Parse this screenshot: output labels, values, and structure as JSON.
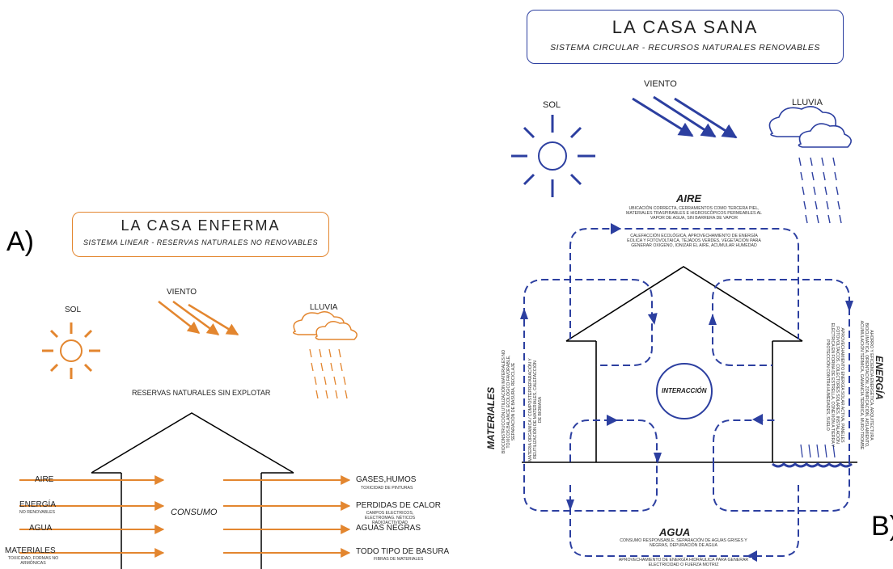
{
  "panel_a": {
    "label": "A)",
    "title": "LA CASA ENFERMA",
    "subtitle": "SISTEMA LINEAR - RESERVAS NATURALES NO RENOVABLES",
    "sol": "SOL",
    "viento": "VIENTO",
    "lluvia": "LLUVIA",
    "reservas": "RESERVAS NATURALES SIN EXPLOTAR",
    "consumo": "CONSUMO",
    "inputs": {
      "aire": "AIRE",
      "energia": "ENERGÍA",
      "energia_note": "NO RENOVABLES",
      "agua": "AGUA",
      "materiales": "MATERIALES",
      "materiales_note": "TOXICIDAD, FORMAS NO ARMÓNICAS"
    },
    "outputs": {
      "gases": "GASES,HUMOS",
      "gases_note": "TOXICIDAD DE PINTURAS",
      "perdidas": "PERDIDAS DE CALOR",
      "perdidas_note": "CAMPOS ELECTRICOS, ELECTROMAG. NÉTICOS RADIOACTIVIDAD",
      "aguas": "AGUAS NEGRAS",
      "basura": "TODO TIPO DE BASURA",
      "basura_note": "FIBRAS DE MATERIALES"
    },
    "color": "#e3862f"
  },
  "panel_b": {
    "label": "B)",
    "title": "LA CASA SANA",
    "subtitle": "SISTEMA CIRCULAR - RECURSOS NATURALES RENOVABLES",
    "sol": "SOL",
    "viento": "VIENTO",
    "lluvia": "LLUVIA",
    "aire": "AIRE",
    "aire_text_1": "UBICACIÓN CORRECTA, CERRAMIENTOS COMO TERCERA PIEL, MATERIALES TRASPIRABLES E HIGROSCÓPICOS PERMEABLES AL VAPOR DE AGUA, SIN BARRERA DE VAPOR",
    "aire_text_2": "CALEFACCIÓN ECOLÓGICA, APROVECHAMIENTO DE ENERGÍA EOLICA Y FOTOVOLTÁICA, TEJADOS VERDES, VEGETACIÓN PARA GENERAR OXIGENO, IONIZAR EL AIRE, ACUMULAR HUMEDAD",
    "interaccion": "INTERACCIÓN",
    "agua": "AGUA",
    "agua_text_1": "CONSUMO RESPONSABLE, SEPARACIÓN DE AGUAS GRISES Y NEGRAS, DEPURACIÓN DE AGUA",
    "agua_text_2": "APROVECHAMIENTO DE ENERGÍA HIDRÁULICA PARA GENERAR ELECTRICIDAD O FUERZA MOTRIZ",
    "materiales": "MATERIALES",
    "materiales_text_1": "BIOCONSTRUCCIÓN,UTILIZACIÓN MATERIALES NO TÓXICOS,BALANCE ECOLÓGICO FAVORABLE, SEPARACIÓN DE BASURA, RECICLAJE",
    "materiales_text_2": "MATERIA ORGÁNICA / COMPOSTEPREPARACIÓN Y REUTILIZACIÓN DE MATERIALES, CALEFACCIÓN DE BIOMASA",
    "energia": "ENERGÍA",
    "energia_text_1": "AHORRO Y EFICIENCIA ENERGÉTICA, ARQUITECTURA BIOCLIMÁTICA, ORIENTACIÓN, ZONIFICACIÓN, AISLAMIENTO, ACUMULACIÓN TÉRMICA, GANANCIA TÉRMICA, MURO TROMBE",
    "energia_text_2": "APROVECHAMIENTO ENERGÍA SOLAR ACTIVA, PANELES FOTOVOLTAICOS, COLECTORES SOLARES, INSTALACIÓN ELÉCTRICA EN FORMA DE ESTRELLA, CONEXIÓN A TIERRA Y PROTECCIÓN CONTRA HUMEDADES, SUELO",
    "color": "#2c3fa0"
  }
}
